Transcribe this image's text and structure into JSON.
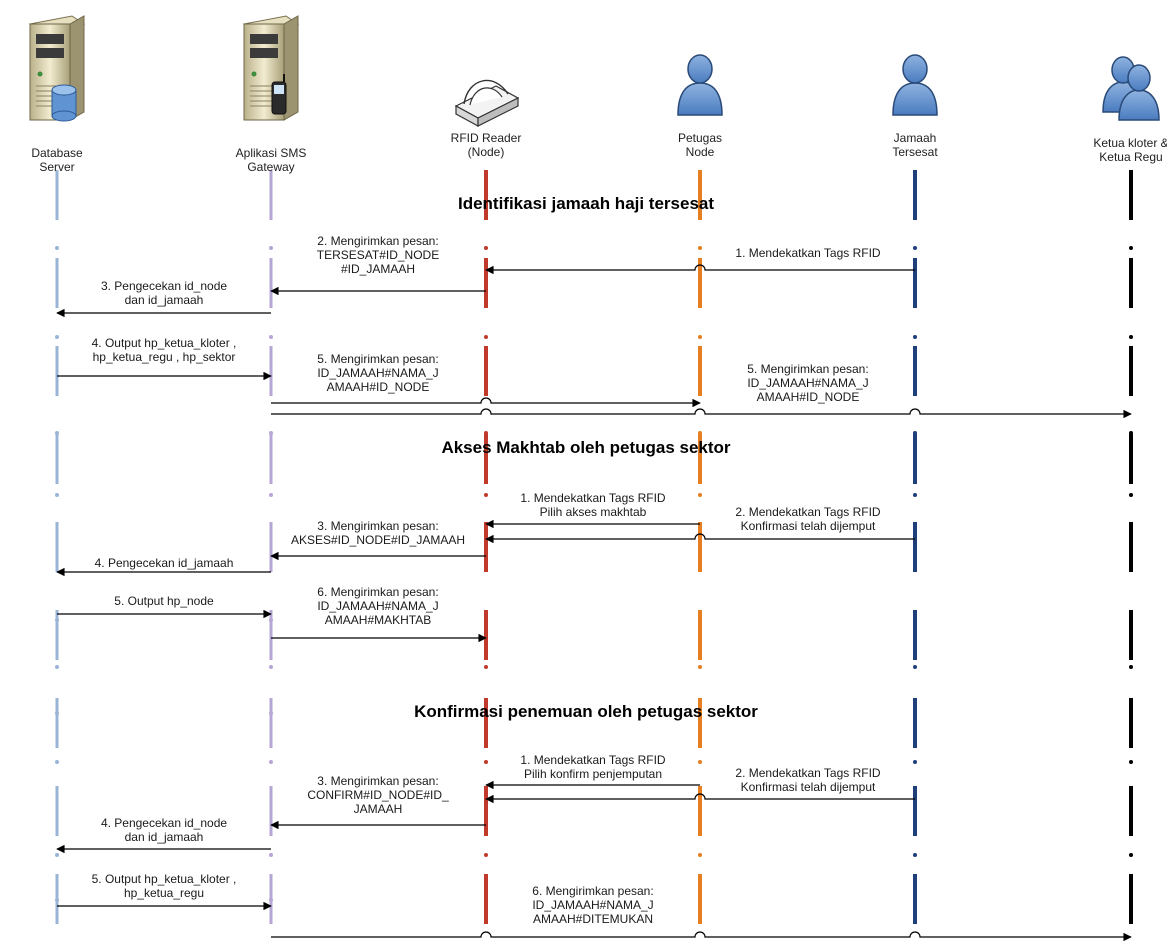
{
  "actors": [
    {
      "id": "db",
      "label_lines": [
        "Database",
        "Server"
      ],
      "icon": "database-server-icon",
      "color": "#9ab4d8"
    },
    {
      "id": "gw",
      "label_lines": [
        "Aplikasi SMS",
        "Gateway"
      ],
      "icon": "sms-gateway-server-icon",
      "color": "#b6a6d4"
    },
    {
      "id": "rfid",
      "label_lines": [
        "RFID Reader",
        "(Node)"
      ],
      "icon": "rfid-reader-icon",
      "color": "#c0392b"
    },
    {
      "id": "petugas",
      "label_lines": [
        "Petugas",
        "Node"
      ],
      "icon": "person-icon",
      "color": "#e67e22"
    },
    {
      "id": "jamaah",
      "label_lines": [
        "Jamaah",
        "Tersesat"
      ],
      "icon": "person-icon",
      "color": "#1f3f7a"
    },
    {
      "id": "ketua",
      "label_lines": [
        "Ketua kloter &",
        "Ketua Regu"
      ],
      "icon": "group-icon",
      "color": "#000000"
    }
  ],
  "sections": [
    {
      "title": "Identifikasi jamaah haji tersesat"
    },
    {
      "title": "Akses Makhtab oleh petugas sektor"
    },
    {
      "title": "Konfirmasi penemuan oleh petugas sektor"
    }
  ],
  "messages": [
    {
      "from": "jamaah",
      "to": "rfid",
      "label_lines": [
        "1. Mendekatkan Tags RFID"
      ]
    },
    {
      "from": "rfid",
      "to": "gw",
      "label_lines": [
        "2. Mengirimkan pesan:",
        "TERSESAT#ID_NODE",
        "#ID_JAMAAH"
      ]
    },
    {
      "from": "gw",
      "to": "db",
      "label_lines": [
        "3. Pengecekan id_node",
        "dan id_jamaah"
      ]
    },
    {
      "from": "db",
      "to": "gw",
      "label_lines": [
        "4. Output hp_ketua_kloter ,",
        "hp_ketua_regu , hp_sektor"
      ]
    },
    {
      "from": "gw",
      "to": "petugas",
      "label_lines": [
        "5. Mengirimkan pesan:",
        "ID_JAMAAH#NAMA_J",
        "AMAAH#ID_NODE"
      ]
    },
    {
      "from": "gw",
      "to": "ketua",
      "label_lines": [
        "5. Mengirimkan pesan:",
        "ID_JAMAAH#NAMA_J",
        "AMAAH#ID_NODE"
      ]
    },
    {
      "from": "petugas",
      "to": "rfid",
      "label_lines": [
        "1. Mendekatkan Tags RFID",
        "Pilih akses makhtab"
      ]
    },
    {
      "from": "jamaah",
      "to": "rfid",
      "label_lines": [
        "2. Mendekatkan Tags RFID",
        "Konfirmasi telah dijemput"
      ]
    },
    {
      "from": "rfid",
      "to": "gw",
      "label_lines": [
        "3. Mengirimkan pesan:",
        "AKSES#ID_NODE#ID_JAMAAH"
      ]
    },
    {
      "from": "gw",
      "to": "db",
      "label_lines": [
        "4. Pengecekan id_jamaah"
      ]
    },
    {
      "from": "db",
      "to": "gw",
      "label_lines": [
        "5. Output hp_node"
      ]
    },
    {
      "from": "gw",
      "to": "rfid",
      "label_lines": [
        "6. Mengirimkan pesan:",
        "ID_JAMAAH#NAMA_J",
        "AMAAH#MAKHTAB"
      ]
    },
    {
      "from": "petugas",
      "to": "rfid",
      "label_lines": [
        "1. Mendekatkan Tags RFID",
        "Pilih konfirm penjemputan"
      ]
    },
    {
      "from": "jamaah",
      "to": "rfid",
      "label_lines": [
        "2. Mendekatkan Tags RFID",
        "Konfirmasi telah dijemput"
      ]
    },
    {
      "from": "rfid",
      "to": "gw",
      "label_lines": [
        "3. Mengirimkan pesan:",
        "CONFIRM#ID_NODE#ID_",
        "JAMAAH"
      ]
    },
    {
      "from": "gw",
      "to": "db",
      "label_lines": [
        "4. Pengecekan id_node",
        "dan id_jamaah"
      ]
    },
    {
      "from": "db",
      "to": "gw",
      "label_lines": [
        "5. Output hp_ketua_kloter ,",
        "hp_ketua_regu"
      ]
    },
    {
      "from": "gw",
      "to": "ketua",
      "label_lines": [
        "6. Mengirimkan pesan:",
        "ID_JAMAAH#NAMA_J",
        "AMAAH#DITEMUKAN"
      ]
    }
  ]
}
